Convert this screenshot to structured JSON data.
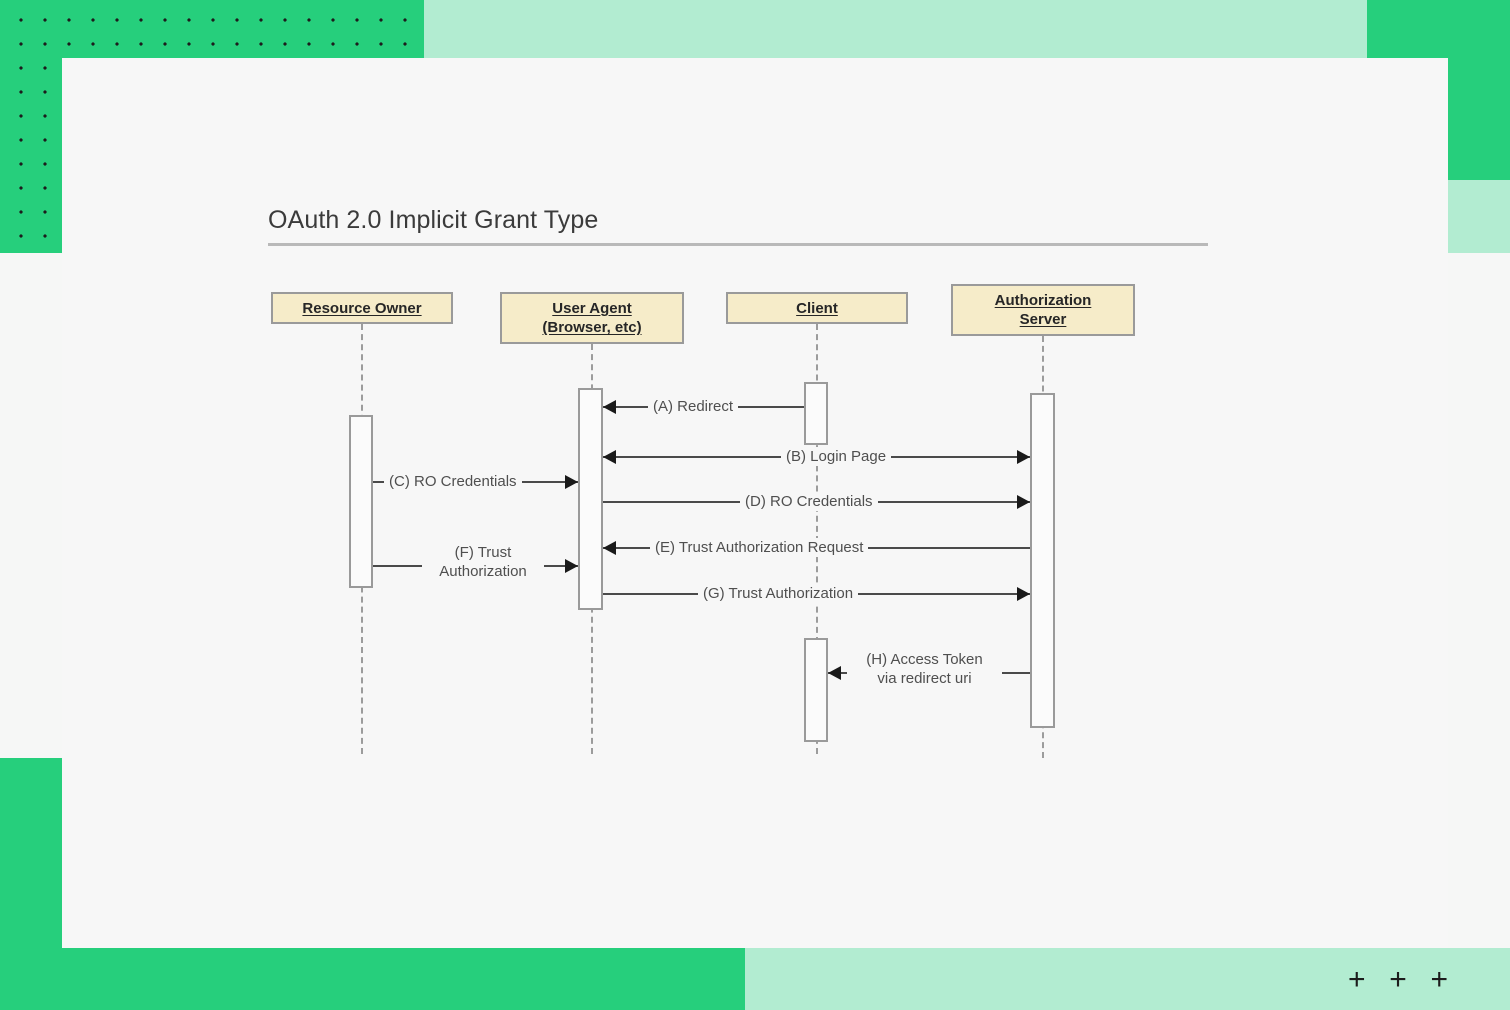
{
  "canvas": {
    "background_color": "#f7f7f7",
    "page_background_color": "#f6f7f6"
  },
  "decor": {
    "green": "#26cf7c",
    "mint": "#b2ecd1",
    "dot_color": "#1c1c1c",
    "plus_marks": [
      "+",
      "+",
      "+"
    ]
  },
  "diagram": {
    "title": "OAuth 2.0 Implicit Grant Type",
    "type": "uml-sequence-diagram",
    "lifelines": [
      {
        "id": "resource-owner",
        "lines": [
          "Resource Owner"
        ]
      },
      {
        "id": "user-agent",
        "lines": [
          "User Agent",
          "(Browser, etc)"
        ]
      },
      {
        "id": "client",
        "lines": [
          "Client"
        ]
      },
      {
        "id": "authorization-server",
        "lines": [
          "Authorization",
          "Server"
        ]
      }
    ],
    "messages": [
      {
        "id": "a",
        "label": "(A) Redirect",
        "from": "client",
        "to": "user-agent",
        "direction": "left"
      },
      {
        "id": "b",
        "label": "(B) Login Page",
        "from": "authorization-server",
        "to": "user-agent",
        "direction": "both"
      },
      {
        "id": "c",
        "label": "(C) RO Credentials",
        "from": "resource-owner",
        "to": "user-agent",
        "direction": "right"
      },
      {
        "id": "d",
        "label": "(D) RO Credentials",
        "from": "user-agent",
        "to": "authorization-server",
        "direction": "right"
      },
      {
        "id": "e",
        "label": "(E) Trust Authorization Request",
        "from": "authorization-server",
        "to": "user-agent",
        "direction": "left"
      },
      {
        "id": "f",
        "label": "(F) Trust\nAuthorization",
        "label_line1": "(F) Trust",
        "label_line2": "Authorization",
        "from": "resource-owner",
        "to": "user-agent",
        "direction": "right"
      },
      {
        "id": "g",
        "label": "(G) Trust Authorization",
        "from": "user-agent",
        "to": "authorization-server",
        "direction": "right"
      },
      {
        "id": "h",
        "label": "(H) Access Token\nvia redirect uri",
        "label_line1": "(H) Access Token",
        "label_line2": "via redirect uri",
        "from": "authorization-server",
        "to": "client",
        "direction": "left"
      }
    ],
    "style": {
      "head_fill": "#f6ecc9",
      "head_border": "#9a9a9a",
      "activation_fill": "#fbfbfb",
      "line_color": "#4a4a4a",
      "text_color": "#4f4f4f",
      "title_color": "#3b3b3b",
      "divider_color": "#b9b9b9"
    }
  }
}
